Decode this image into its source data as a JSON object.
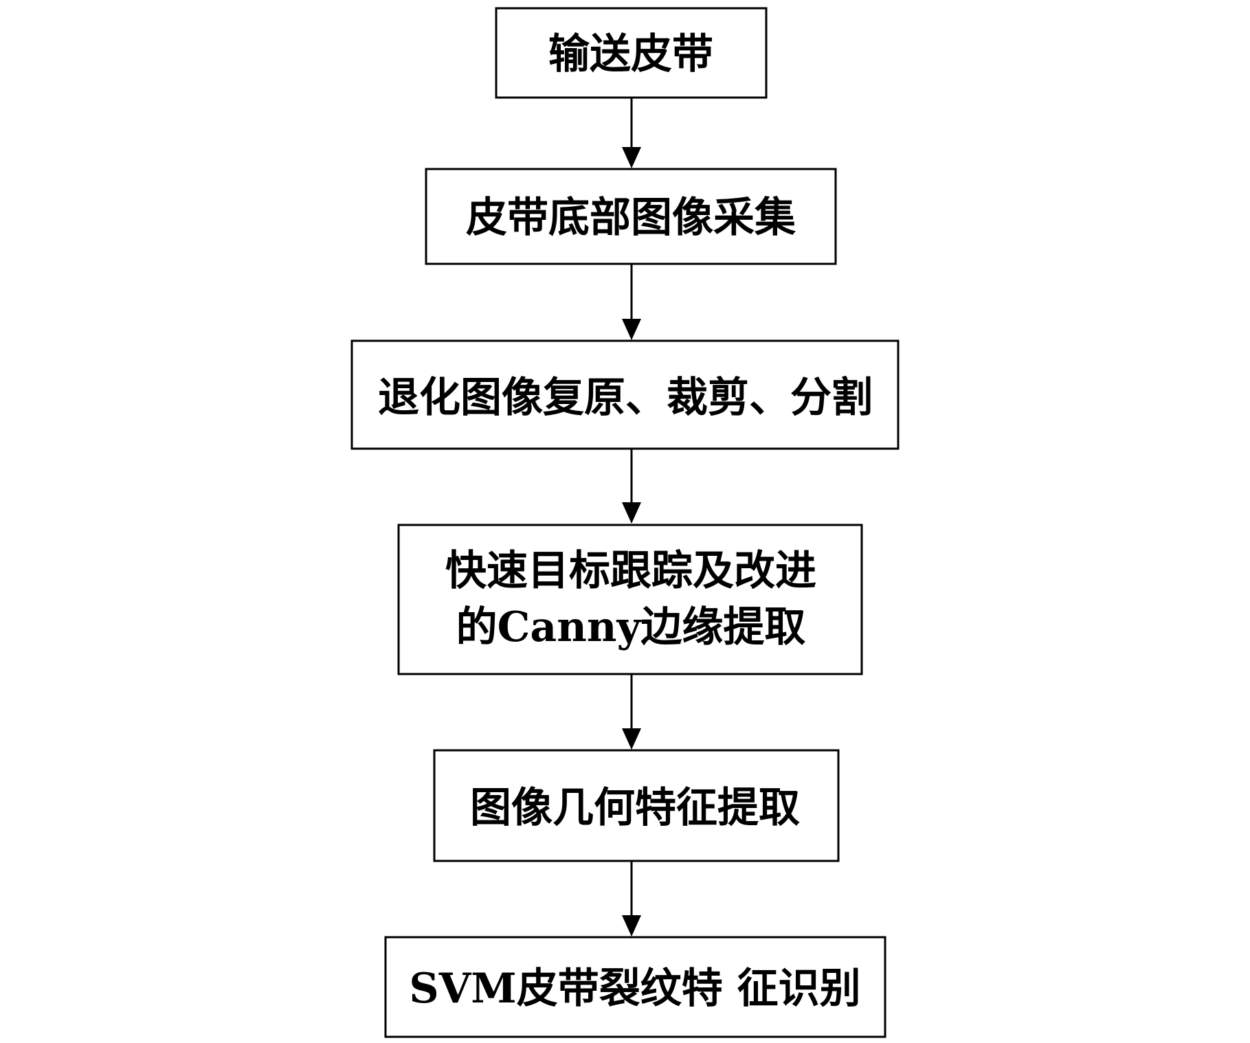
{
  "flowchart": {
    "steps": [
      {
        "id": "conveyor-belt",
        "lines": [
          "输送皮带"
        ]
      },
      {
        "id": "image-acquisition",
        "lines": [
          "皮带底部图像采集"
        ]
      },
      {
        "id": "image-restoration",
        "lines": [
          "退化图像复原、裁剪、分割"
        ]
      },
      {
        "id": "tracking-edge-extraction",
        "lines": [
          "快速目标跟踪及改进",
          "的Canny边缘提取"
        ]
      },
      {
        "id": "geometric-feature-extraction",
        "lines": [
          "图像几何特征提取"
        ]
      },
      {
        "id": "svm-crack-recognition",
        "lines": [
          "SVM皮带裂纹特 征识别"
        ]
      }
    ],
    "connections": [
      {
        "from": "conveyor-belt",
        "to": "image-acquisition"
      },
      {
        "from": "image-acquisition",
        "to": "image-restoration"
      },
      {
        "from": "image-restoration",
        "to": "tracking-edge-extraction"
      },
      {
        "from": "tracking-edge-extraction",
        "to": "geometric-feature-extraction"
      },
      {
        "from": "geometric-feature-extraction",
        "to": "svm-crack-recognition"
      }
    ]
  }
}
